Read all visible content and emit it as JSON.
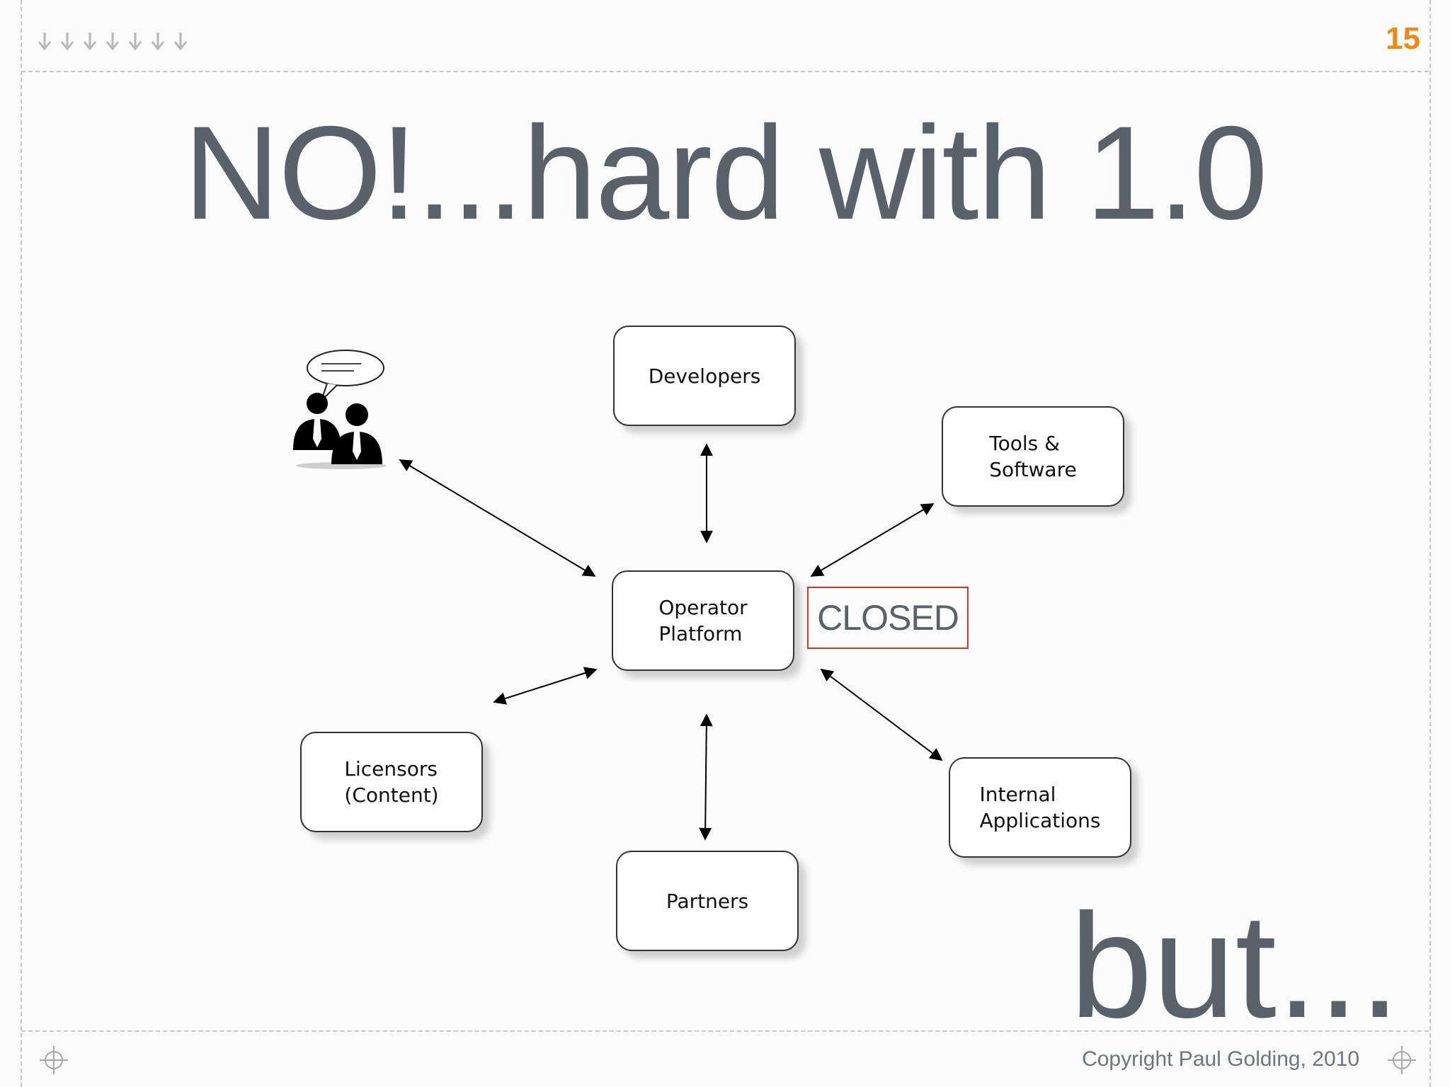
{
  "slide": {
    "number": "15",
    "title": "NO!...hard with 1.0",
    "tagline": "but...",
    "copyright": "Copyright Paul Golding, 2010",
    "accent_color": "#f08a12",
    "title_color": "#59626a",
    "closed_border_color": "#d8342c"
  },
  "diagram": {
    "center": "Operator\nPlatform",
    "developers": "Developers",
    "tools": "Tools &\nSoftware",
    "licensors": "Licensors\n(Content)",
    "partners": "Partners",
    "internal": "Internal\nApplications",
    "closed_label": "CLOSED",
    "users_icon": "people-talking-icon"
  },
  "decor": {
    "top_left_icons": "down-arrow-icon",
    "corner_icons": "crosshair-icon"
  }
}
